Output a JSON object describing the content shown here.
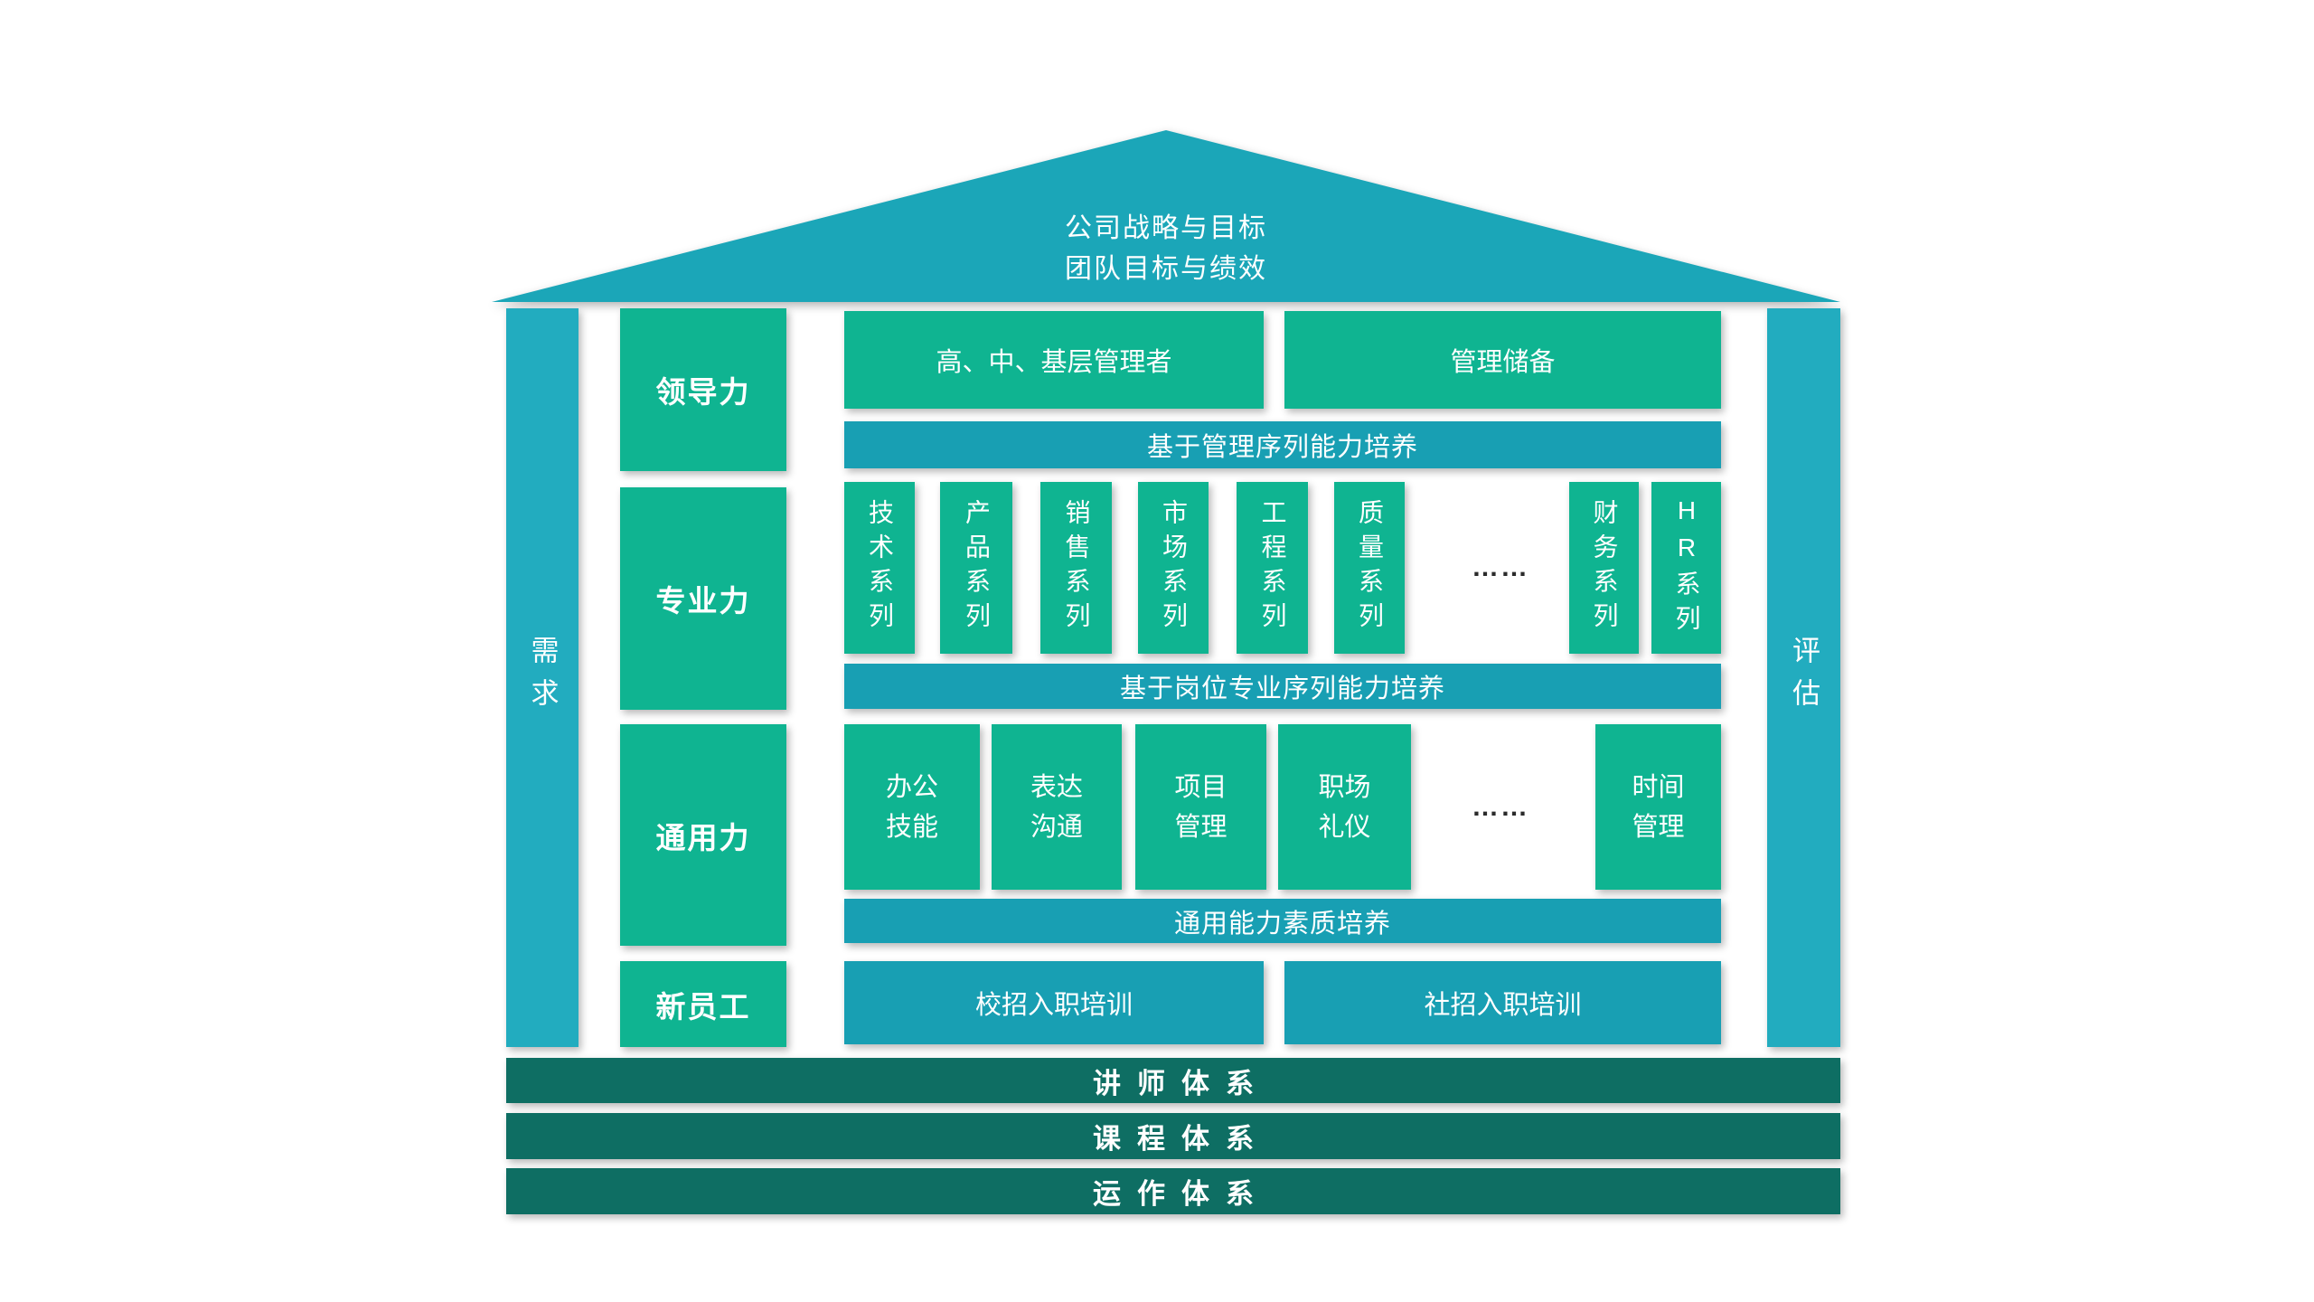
{
  "roof": {
    "line1": "公司战略与目标",
    "line2": "团队目标与绩效"
  },
  "pillars": {
    "left": "需求",
    "right": "评估"
  },
  "rows": [
    {
      "category": "领导力",
      "boxes": [
        "高、中、基层管理者",
        "管理储备"
      ],
      "bar": "基于管理序列能力培养"
    },
    {
      "category": "专业力",
      "boxes": [
        "技术系列",
        "产品系列",
        "销售系列",
        "市场系列",
        "工程系列",
        "质量系列",
        "……",
        "财务系列",
        "HR系列"
      ],
      "bar": "基于岗位专业序列能力培养"
    },
    {
      "category": "通用力",
      "boxes": [
        "办公\n技能",
        "表达\n沟通",
        "项目\n管理",
        "职场\n礼仪",
        "……",
        "时间\n管理"
      ],
      "bar": "通用能力素质培养"
    },
    {
      "category": "新员工",
      "boxes": [
        "校招入职培训",
        "社招入职培训"
      ]
    }
  ],
  "bottom_bars": [
    "讲师体系",
    "课程体系",
    "运作体系"
  ],
  "colors": {
    "roof_teal": "#1BA6B8",
    "pillar_teal": "#22ACBF",
    "box_green": "#0FB491",
    "bar_teal": "#189FB3",
    "footer_dark_teal": "#0E6E63"
  }
}
